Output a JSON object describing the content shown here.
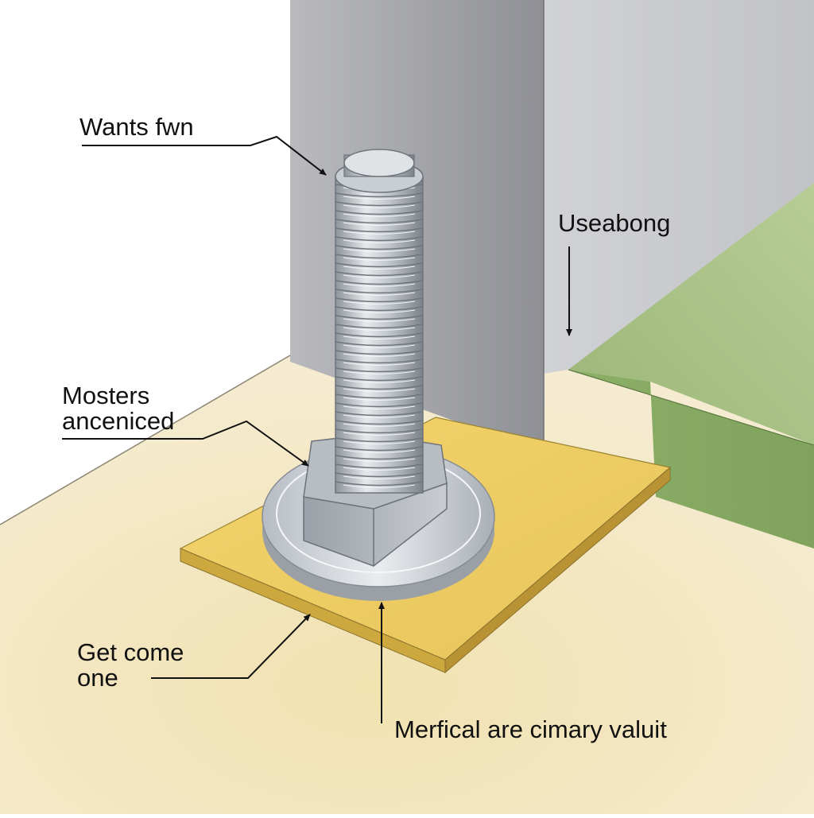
{
  "labels": {
    "wants_fwn": "Wants fwn",
    "useabong": "Useabong",
    "mosters_line1": "Mosters",
    "mosters_line2": "anceniced",
    "get_come_line1": "Get come",
    "get_come_line2": "one",
    "merfical": "Merfical are cimary valuit"
  },
  "colors": {
    "floor": "#f2e4bd",
    "plate": "#e8c85a",
    "wall_front": "#a8a9ad",
    "wall_side": "#c2c3c7",
    "green_block": "#9db97a",
    "bolt": "#b7bcc2"
  }
}
